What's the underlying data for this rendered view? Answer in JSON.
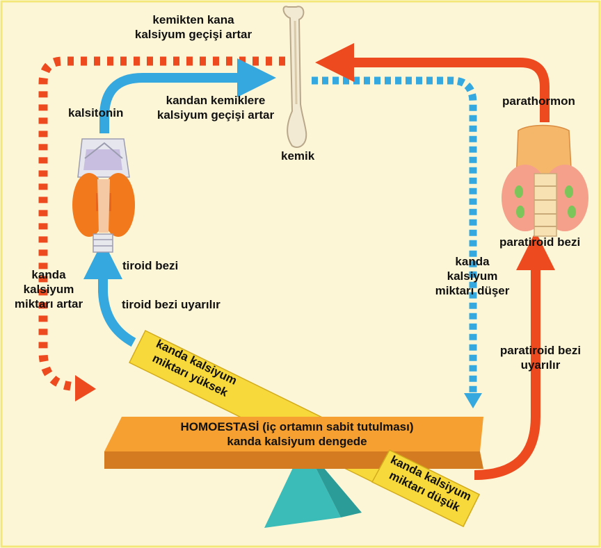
{
  "colors": {
    "background": "#fcf6d7",
    "border": "#f3e77a",
    "blue_arrow": "#35a9df",
    "red_arrow": "#ee4a1f",
    "beam_orange": "#f6a032",
    "beam_yellow": "#f7d93c",
    "fulcrum": "#3bbcb8",
    "bone": "#f3ead4",
    "parathyroid_green": "#7cc55a"
  },
  "labels": {
    "bone_release": [
      "kemikten kana",
      "kalsiyum geçişi artar"
    ],
    "calcitonin": "kalsitonin",
    "bone_uptake": [
      "kandan kemiklere",
      "kalsiyum geçişi artar"
    ],
    "bone": "kemik",
    "parathormone": "parathormon",
    "parathyroid_gland": "paratiroid bezi",
    "thyroid_gland": "tiroid bezi",
    "blood_ca_rises": [
      "kanda",
      "kalsiyum",
      "miktarı artar"
    ],
    "thyroid_stimulated": "tiroid bezi uyarılır",
    "blood_ca_falls": [
      "kanda",
      "kalsiyum",
      "miktarı düşer"
    ],
    "parathyroid_stimulated": [
      "paratiroid bezi",
      "uyarılır"
    ],
    "beam_high": [
      "kanda kalsiyum",
      "miktarı yüksek"
    ],
    "homeostasis": [
      "HOMOESTASİ (iç ortamın sabit tutulması)",
      "kanda kalsiyum dengede"
    ],
    "beam_low": [
      "kanda kalsiyum",
      "miktarı düşük"
    ]
  }
}
